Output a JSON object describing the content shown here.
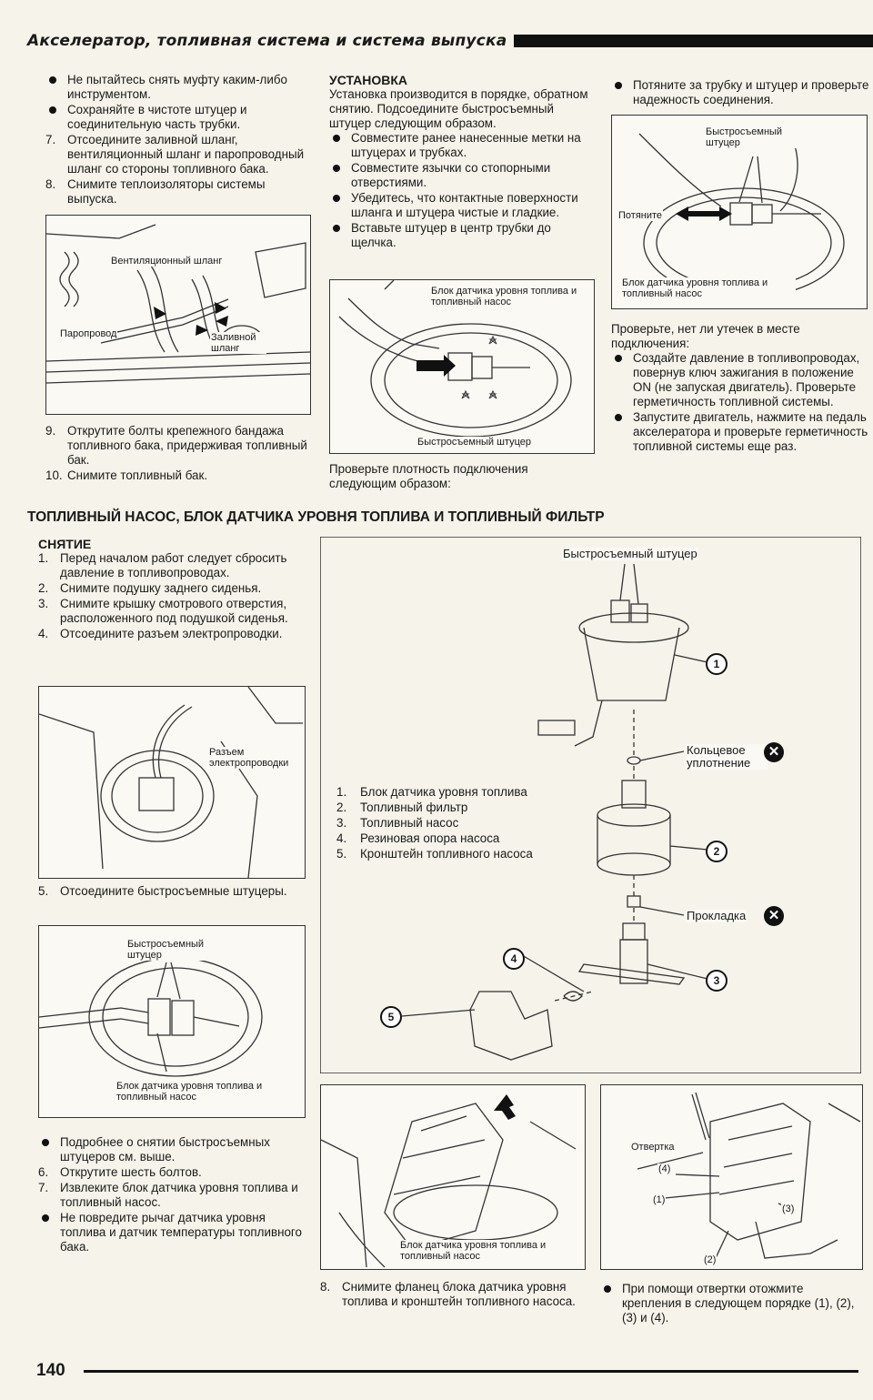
{
  "header": {
    "title": "Акселератор, топливная система и система выпуска"
  },
  "col1": {
    "items": [
      {
        "type": "bullet",
        "text": "Не пытайтесь снять муфту каким-либо инструментом."
      },
      {
        "type": "bullet",
        "text": "Сохраняйте в чистоте штуцер и соединительную часть трубки."
      },
      {
        "type": "num",
        "n": "7.",
        "text": "Отсоедините заливной шланг, вентиляционный шланг и паропроводный шланг со стороны топливного бака."
      },
      {
        "type": "num",
        "n": "8.",
        "text": "Снимите теплоизоляторы системы выпуска."
      }
    ],
    "fig_labels": {
      "vent": "Вентиляционный шланг",
      "vapor": "Паропровод",
      "filler": "Заливной шланг"
    },
    "items2": [
      {
        "type": "num",
        "n": "9.",
        "text": "Открутите болты крепежного бандажа топливного бака, придерживая топливный бак."
      },
      {
        "type": "num",
        "n": "10.",
        "text": "Снимите топливный бак."
      }
    ]
  },
  "col2": {
    "heading": "УСТАНОВКА",
    "intro": "Установка производится в порядке, обратном снятию. Подсоедините быстросъемный штуцер следующим образом.",
    "items": [
      {
        "type": "bullet",
        "text": "Совместите ранее нанесенные метки на штуцерах и трубках."
      },
      {
        "type": "bullet",
        "text": "Совместите язычки со стопорными отверстиями."
      },
      {
        "type": "bullet",
        "text": "Убедитесь, что контактные поверхности шланга и штуцера чистые и гладкие."
      },
      {
        "type": "bullet",
        "text": "Вставьте штуцер в центр трубки до щелчка."
      }
    ],
    "fig_labels": {
      "unit": "Блок датчика уровня топлива и топливный насос",
      "connector": "Быстросъемный штуцер"
    },
    "outro": "Проверьте плотность подключения следующим образом:"
  },
  "col3": {
    "items": [
      {
        "type": "bullet",
        "text": "Потяните за трубку и штуцер и проверьте надежность соединения."
      }
    ],
    "fig_labels": {
      "connector": "Быстросъемный штуцер",
      "pull": "Потяните",
      "unit": "Блок датчика уровня топлива и топливный насос"
    },
    "check": "Проверьте, нет ли утечек в месте подключения:",
    "items2": [
      {
        "type": "bullet",
        "text": "Создайте давление в топливопроводах, повернув ключ зажигания в положение ON (не запуская двигатель). Проверьте герметичность топливной системы."
      },
      {
        "type": "bullet",
        "text": "Запустите двигатель, нажмите на педаль акселератора и проверьте герметичность топливной системы еще раз."
      }
    ]
  },
  "section": {
    "title": "ТОПЛИВНЫЙ НАСОС, БЛОК ДАТЧИКА УРОВНЯ ТОПЛИВА И ТОПЛИВНЫЙ ФИЛЬТР"
  },
  "removal": {
    "heading": "СНЯТИЕ",
    "items": [
      {
        "type": "num",
        "n": "1.",
        "text": "Перед началом работ следует сбросить давление в топливопроводах."
      },
      {
        "type": "num",
        "n": "2.",
        "text": "Снимите подушку заднего сиденья."
      },
      {
        "type": "num",
        "n": "3.",
        "text": "Снимите крышку смотрового отверстия, расположенного под подушкой сиденья."
      },
      {
        "type": "num",
        "n": "4.",
        "text": "Отсоедините разъем электропроводки."
      }
    ],
    "fig1_label": "Разъем электропроводки",
    "items2": [
      {
        "type": "num",
        "n": "5.",
        "text": "Отсоедините быстросъемные штуцеры."
      }
    ],
    "fig2_labels": {
      "connector": "Быстросъемный штуцер",
      "unit": "Блок датчика уровня топлива и топливный насос"
    },
    "items3": [
      {
        "type": "bullet",
        "text": "Подробнее о снятии быстросъемных штуцеров см. выше."
      },
      {
        "type": "num",
        "n": "6.",
        "text": "Открутите шесть болтов."
      },
      {
        "type": "num",
        "n": "7.",
        "text": "Извлеките блок датчика уровня топлива и топливный насос."
      },
      {
        "type": "bullet",
        "text": "Не повредите рычаг датчика уровня топлива и датчик температуры топливного бака."
      }
    ]
  },
  "exploded": {
    "top_label": "Быстросъемный штуцер",
    "oring": "Кольцевое уплотнение",
    "gasket": "Прокладка",
    "callouts": [
      "1",
      "2",
      "3",
      "4",
      "5"
    ],
    "legend": [
      {
        "n": "1.",
        "text": "Блок датчика уровня топлива"
      },
      {
        "n": "2.",
        "text": "Топливный фильтр"
      },
      {
        "n": "3.",
        "text": "Топливный насос"
      },
      {
        "n": "4.",
        "text": "Резиновая опора насоса"
      },
      {
        "n": "5.",
        "text": "Кронштейн топливного насоса"
      }
    ]
  },
  "bottom_mid": {
    "fig_label": "Блок датчика уровня топлива и топливный насос",
    "items": [
      {
        "type": "num",
        "n": "8.",
        "text": "Снимите фланец блока датчика уровня топлива и кронштейн топливного насоса."
      }
    ]
  },
  "bottom_right": {
    "fig_labels": {
      "screwdriver": "Отвертка",
      "c4": "(4)",
      "c1": "(1)",
      "c3": "(3)",
      "c2": "(2)"
    },
    "items": [
      {
        "type": "bullet",
        "text": "При помощи отвертки отожмите крепления в следующем порядке (1), (2), (3) и (4)."
      }
    ]
  },
  "page": {
    "number": "140"
  }
}
